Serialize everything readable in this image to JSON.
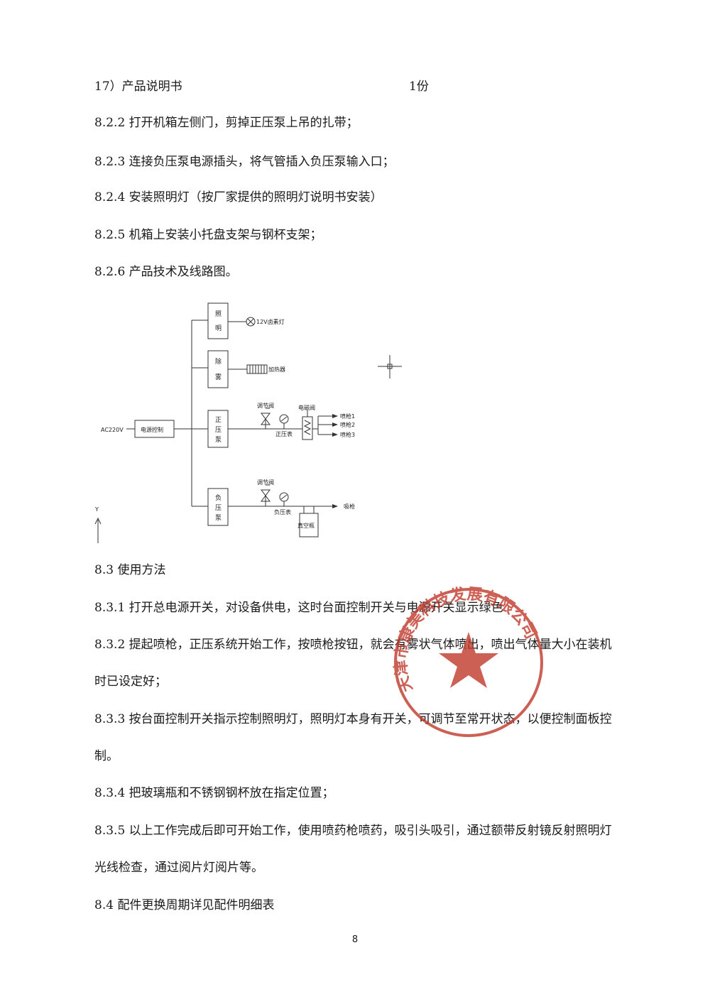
{
  "item17": {
    "label": "17）产品说明书",
    "qty": "1份"
  },
  "lines": {
    "s822": "8.2.2 打开机箱左侧门，剪掉正压泵上吊的扎带；",
    "s823": "8.2.3 连接负压泵电源插头，将气管插入负压泵输入口；",
    "s824": "8.2.4 安装照明灯（按厂家提供的照明灯说明书安装）",
    "s825": "8.2.5 机箱上安装小托盘支架与钢杯支架；",
    "s826": "8.2.6 产品技术及线路图。",
    "s83": "8.3 使用方法",
    "s831": "8.3.1 打开总电源开关，对设备供电，这时台面控制开关与电源开关显示绿色",
    "s832a": "8.3.2 提起喷枪，正压系统开始工作，按喷枪按钮，就会有雾状气体喷出，喷出气体量大小在装机",
    "s832b": "时已设定好；",
    "s833a": "8.3.3 按台面控制开关指示控制照明灯，照明灯本身有开关，可调节至常开状态，以便控制面板控",
    "s833b": "制。",
    "s834": "8.3.4 把玻璃瓶和不锈钢钢杯放在指定位置；",
    "s835a": "8.3.5 以上工作完成后即可开始工作，使用喷药枪喷药，吸引头吸引，通过额带反射镜反射照明灯",
    "s835b": "光线检查，通过阅片灯阅片等。",
    "s84": "8.4 配件更换周期详见配件明细表"
  },
  "diagram": {
    "input": "AC220V",
    "power_control": "电源控制",
    "box_lighting": [
      "照",
      "明"
    ],
    "box_defog": [
      "除",
      "雾"
    ],
    "box_positive_pump": [
      "正",
      "压",
      "泵"
    ],
    "box_negative_pump": [
      "负",
      "压",
      "泵"
    ],
    "lamp": "12V卤素灯",
    "heater": "加热器",
    "valve_top": "调节阀",
    "solenoid": "电磁阀",
    "positive_gauge": "正压表",
    "spray_guns": [
      "喷枪1",
      "喷枪2",
      "喷枪3"
    ],
    "valve_bottom": "调节阀",
    "negative_gauge": "负压表",
    "vacuum_bottle": "真空瓶",
    "suction_gun": "吸枪",
    "y_axis": "Y"
  },
  "stamp": {
    "text": "天津市康美科技发展有限公司"
  },
  "page_number": "8",
  "colors": {
    "text": "#1a1a1a",
    "stamp": "#c0392b"
  }
}
